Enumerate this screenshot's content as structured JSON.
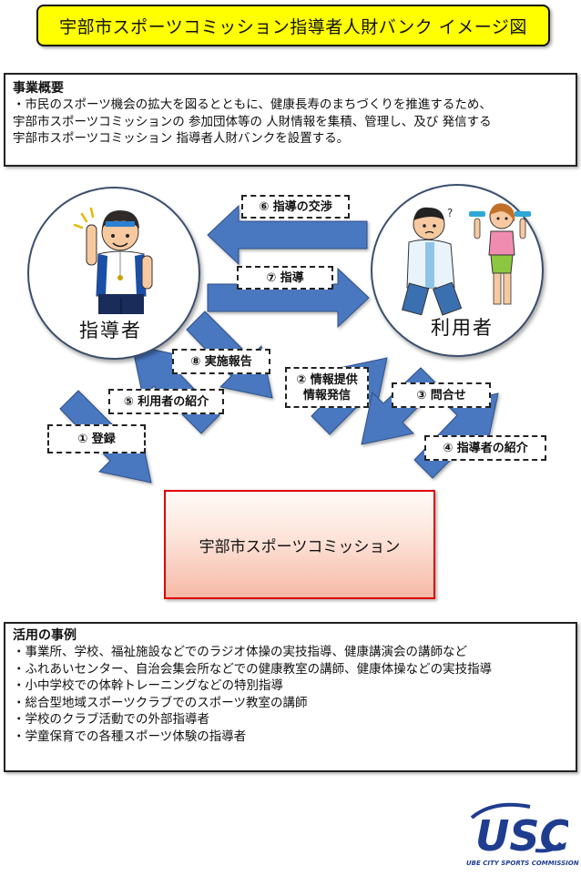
{
  "title": "宇部市スポーツコミッション指導者人財バンク イメージ図",
  "summary": {
    "heading": "事業概要",
    "lines": [
      "・市民のスポーツ機会の拡大を図るとともに、健康長寿のまちづくりを推進するため、",
      "宇部市スポーツコミッションの 参加団体等の 人財情報を集積、管理し、及び 発信する",
      "宇部市スポーツコミッション 指導者人財バンクを設置する。"
    ]
  },
  "nodes": {
    "instructor": "指導者",
    "user": "利用者",
    "commission": "宇部市スポーツコミッション"
  },
  "flows": {
    "f1": "① 登録",
    "f2_line1": "② 情報提供",
    "f2_line2": "情報発信",
    "f3": "③ 問合せ",
    "f4": "④ 指導者の紹介",
    "f5": "⑤ 利用者の紹介",
    "f6": "⑥ 指導の交渉",
    "f7": "⑦ 指導",
    "f8": "⑧ 実施報告"
  },
  "cases": {
    "heading": "活用の事例",
    "lines": [
      "・事業所、学校、福祉施設などでのラジオ体操の実技指導、健康講演会の講師など",
      "・ふれあいセンター、自治会集会所などでの健康教室の講師、健康体操などの実技指導",
      "・小中学校での体幹トレーニングなどの特別指導",
      "・総合型地域スポーツクラブでのスポーツ教室の講師",
      "・学校のクラブ活動での外部指導者",
      "・学童保育での各種スポーツ体験の指導者"
    ]
  },
  "logo": {
    "mark": "USC",
    "caption": "UBE CITY SPORTS COMMISSION"
  },
  "colors": {
    "arrow": "#4a78c0",
    "title_bg": "#ffff00",
    "commission_border": "#e00000"
  }
}
